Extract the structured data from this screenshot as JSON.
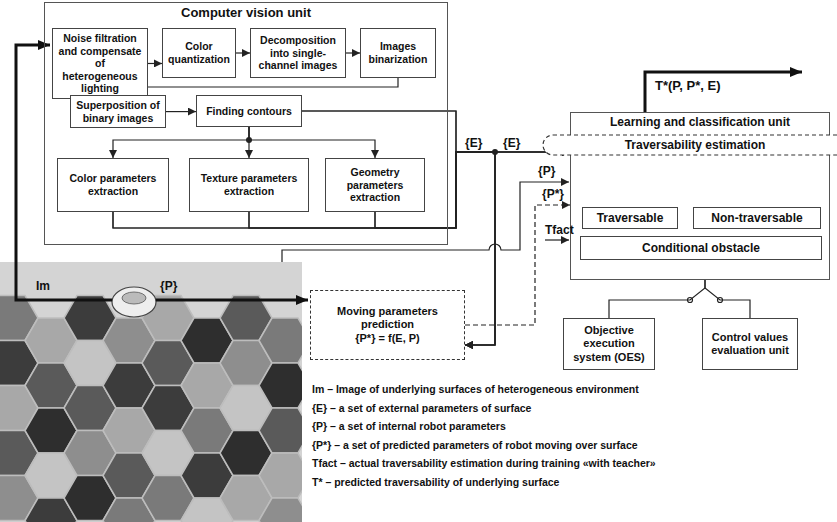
{
  "diagram": {
    "nodes": [
      {
        "text": [
          "Computer vision unit"
        ]
      },
      {
        "text": [
          "Noise filtration and compensate of heterogeneous lighting"
        ],
        "in": 0
      },
      {
        "text": [
          "Color quantization"
        ],
        "in": 0
      },
      {
        "text": [
          "Decomposition into single-channel images"
        ],
        "in": 0
      },
      {
        "text": [
          "Images binarization"
        ],
        "in": 0
      },
      {
        "text": [
          "Superposition of binary images"
        ],
        "in": 0
      },
      {
        "text": [
          "Finding contours"
        ],
        "in": 0
      },
      {
        "text": [
          "Color parameters extraction"
        ],
        "in": 0
      },
      {
        "text": [
          "Texture parameters extraction"
        ],
        "in": 0
      },
      {
        "text": [
          "Geometry parameters extraction"
        ],
        "in": 0
      },
      {
        "text": [
          "Moving parameters prediction",
          "{P*} = f(E, P)"
        ]
      },
      {
        "text": [
          "Learning and classification unit"
        ]
      },
      {
        "text": [
          "Traversability estimation"
        ],
        "in": 11
      },
      {
        "text": [
          "Traversable"
        ],
        "in": 11
      },
      {
        "text": [
          "Non-traversable"
        ],
        "in": 11
      },
      {
        "text": [
          "Conditional obstacle"
        ],
        "in": 11
      },
      {
        "text": [
          "Objective execution system (OES)"
        ]
      },
      {
        "text": [
          "Control values evaluation unit"
        ]
      }
    ],
    "edges": [
      {
        "from": 1,
        "to": 2,
        "arrow": "to"
      },
      {
        "from": 2,
        "to": 3,
        "arrow": "to"
      },
      {
        "from": 3,
        "to": 4,
        "arrow": "to"
      },
      {
        "from": 4,
        "to": 5,
        "arrow": "to"
      },
      {
        "from": 5,
        "to": 6,
        "arrow": "to"
      },
      {
        "from": 6,
        "to": 7,
        "arrow": "to"
      },
      {
        "from": 6,
        "to": 8,
        "arrow": "to"
      },
      {
        "from": 6,
        "to": 9,
        "arrow": "to"
      },
      {
        "from": 6,
        "to": 11,
        "label": "{E}",
        "arrow": "to"
      },
      {
        "from": 7,
        "to": 11,
        "arrow": "to"
      },
      {
        "from": 8,
        "to": 11,
        "arrow": "to"
      },
      {
        "from": 9,
        "to": 11,
        "arrow": "to"
      },
      {
        "from": 6,
        "to": 10,
        "arrow": "to"
      },
      {
        "from": 7,
        "to": 10,
        "arrow": "to"
      },
      {
        "from": 8,
        "to": 10,
        "arrow": "to"
      },
      {
        "from": 9,
        "to": 10,
        "arrow": "to"
      },
      {
        "from": 10,
        "to": 11,
        "label": "{P*}",
        "arrow": "to"
      },
      {
        "from": 16,
        "to": 11,
        "arrow": "none"
      },
      {
        "from": 17,
        "to": 11,
        "arrow": "none"
      }
    ],
    "labels": [
      "{E}",
      "{P}",
      "Tfact",
      "T*(P, P*, E)",
      "Im",
      "{P}",
      "Im – Image of underlying surfaces of heterogeneous environment",
      "{E} – a set of external parameters of surface",
      "{P} – a set of internal robot parameters",
      "{P*} – a set of predicted parameters of robot moving over surface",
      "Tfact – actual traversability estimation during training «with teacher»",
      "T* – predicted traversability of underlying surface"
    ]
  }
}
